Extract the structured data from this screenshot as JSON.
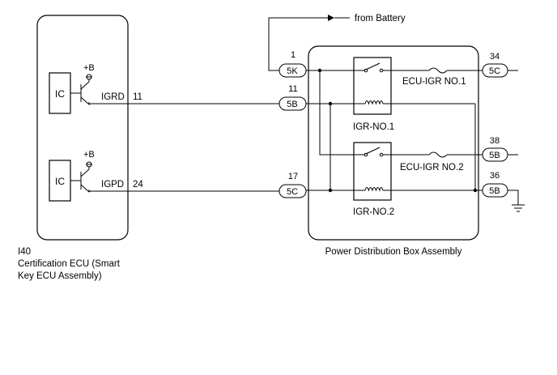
{
  "ecu": {
    "ic_top": "IC",
    "ic_bottom": "IC",
    "plus_b_top": "+B",
    "plus_b_bottom": "+B",
    "pin_igrd_name": "IGRD",
    "pin_igrd_num": "11",
    "pin_igpd_name": "IGPD",
    "pin_igpd_num": "24",
    "code": "I40",
    "name_line1": "Certification ECU (Smart",
    "name_line2": "Key ECU Assembly)"
  },
  "pdb": {
    "from_battery": "from Battery",
    "name": "Power Distribution Box Assembly",
    "relay1": "IGR-NO.1",
    "relay2": "IGR-NO.2",
    "fuse1": "ECU-IGR NO.1",
    "fuse2": "ECU-IGR NO.2"
  },
  "connectors": {
    "c5k": {
      "pin": "1",
      "label": "5K"
    },
    "c5b_left": {
      "pin": "11",
      "label": "5B"
    },
    "c5c_left": {
      "pin": "17",
      "label": "5C"
    },
    "c5c_right": {
      "pin": "34",
      "label": "5C"
    },
    "c5b_right_top": {
      "pin": "38",
      "label": "5B"
    },
    "c5b_right_bottom": {
      "pin": "36",
      "label": "5B"
    }
  },
  "colors": {
    "line": "#000000",
    "background": "#ffffff"
  }
}
